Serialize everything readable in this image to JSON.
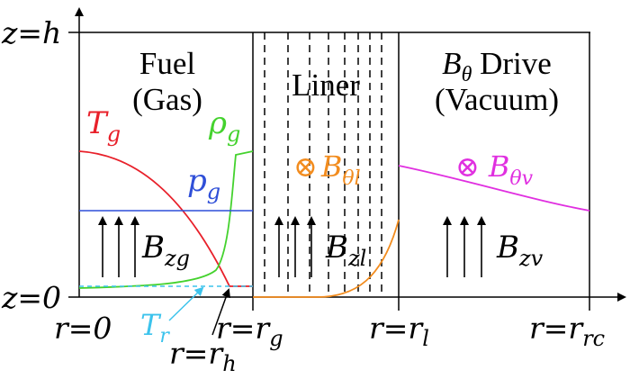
{
  "labels": {
    "z_top": "z=h",
    "z_bottom": "z=0",
    "r0": "r=0",
    "rg": "r=r",
    "rg_sub": "g",
    "rh": "r=r",
    "rh_sub": "h",
    "rl": "r=r",
    "rl_sub": "l",
    "rrc": "r=r",
    "rrc_sub": "rc"
  },
  "regions": {
    "fuel": {
      "line1": "Fuel",
      "line2": "(Gas)"
    },
    "liner": {
      "line1": "Liner"
    },
    "drive": {
      "line1_sym": "B",
      "line1_sub": "θ",
      "line1_rest": " Drive",
      "line2": "(Vacuum)"
    }
  },
  "curve_labels": {
    "Tg": {
      "main": "T",
      "sub": "g"
    },
    "rho": {
      "main": "ρ",
      "sub": "g"
    },
    "pg": {
      "main": "p",
      "sub": "g"
    },
    "Tr": {
      "main": "T",
      "sub": "r"
    },
    "Bzg": {
      "main": "B",
      "sub": "zg"
    },
    "Bzl": {
      "main": "B",
      "sub": "zl"
    },
    "Bzv": {
      "main": "B",
      "sub": "zv"
    },
    "Bthl": {
      "symbol": "⊗",
      "main": "B",
      "sub": "θl"
    },
    "Bthv": {
      "symbol": "⊗",
      "main": "B",
      "sub": "θv"
    }
  },
  "colors": {
    "temperature": "#e8202a",
    "density": "#44d22e",
    "pressure": "#2f4fd8",
    "radiation_temperature": "#3cc3ec",
    "liner_field": "#f28c1e",
    "vacuum_field": "#e02fe0",
    "ink": "#000000"
  }
}
